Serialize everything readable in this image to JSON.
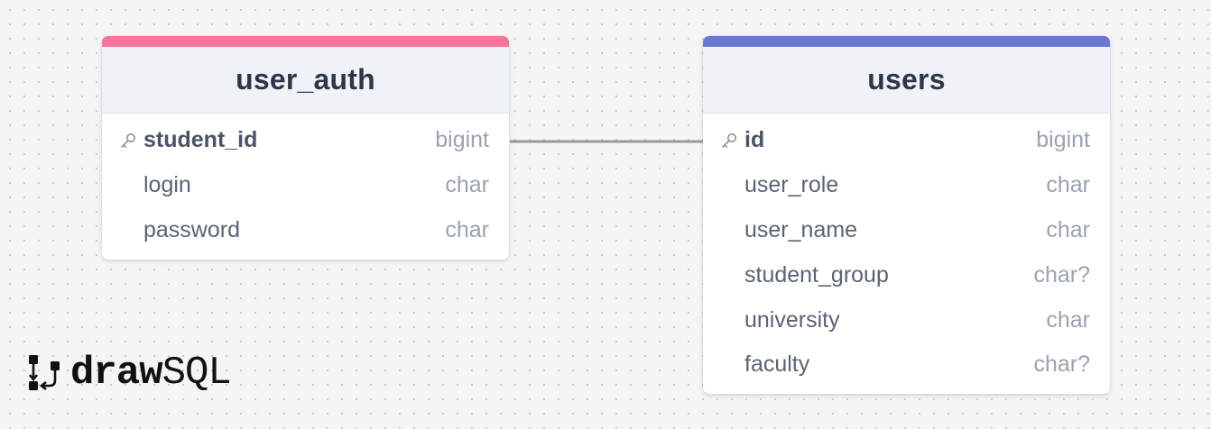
{
  "colors": {
    "user_auth_accent": "#f67599",
    "users_accent": "#6b78d3",
    "connector": "#9a9a9a"
  },
  "tables": {
    "user_auth": {
      "name": "user_auth",
      "columns": [
        {
          "name": "student_id",
          "type": "bigint",
          "primary_key": true
        },
        {
          "name": "login",
          "type": "char"
        },
        {
          "name": "password",
          "type": "char"
        }
      ]
    },
    "users": {
      "name": "users",
      "columns": [
        {
          "name": "id",
          "type": "bigint",
          "primary_key": true
        },
        {
          "name": "user_role",
          "type": "char"
        },
        {
          "name": "user_name",
          "type": "char"
        },
        {
          "name": "student_group",
          "type": "char?"
        },
        {
          "name": "university",
          "type": "char"
        },
        {
          "name": "faculty",
          "type": "char?"
        }
      ]
    }
  },
  "relationship": {
    "from": "user_auth.student_id",
    "to": "users.id"
  },
  "branding": {
    "part1": "draw",
    "part2": "SQL"
  }
}
